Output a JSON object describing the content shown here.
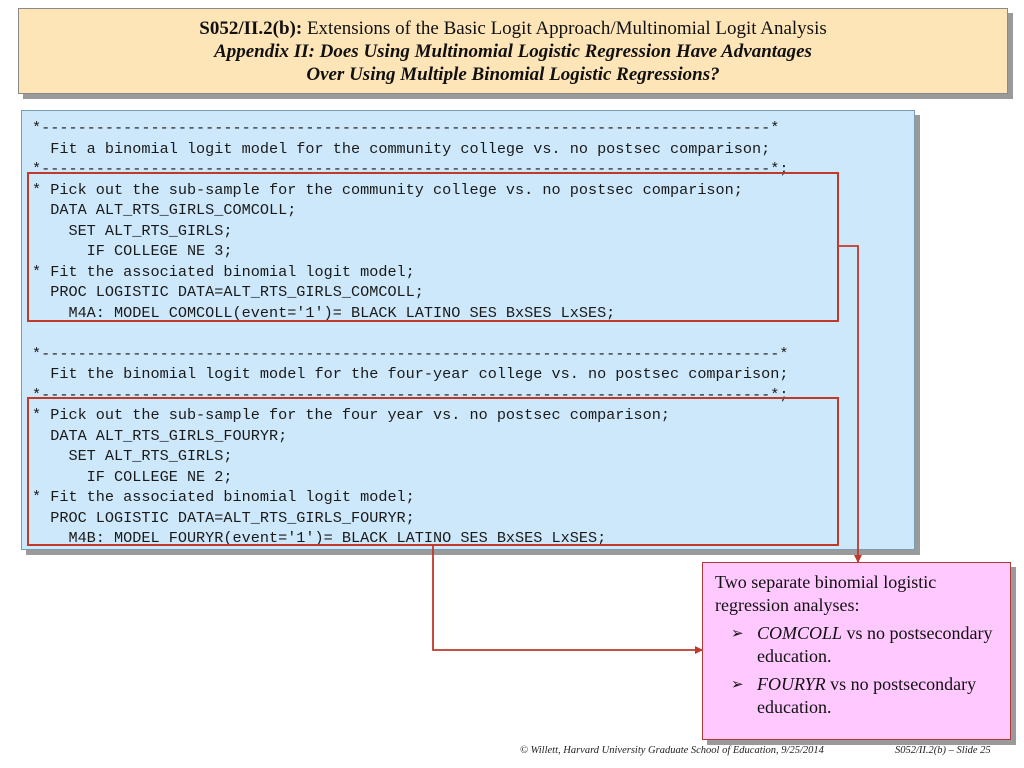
{
  "header": {
    "code": "S052/II.2(b):",
    "title": " Extensions of the Basic Logit Approach/Multinomial Logit Analysis",
    "subtitle1": "Appendix II: Does Using Multinomial Logistic Regression Have Advantages",
    "subtitle2": "Over Using Multiple Binomial Logistic Regressions?"
  },
  "code_lines": [
    "*--------------------------------------------------------------------------------*",
    "  Fit a binomial logit model for the community college vs. no postsec comparison;",
    "*--------------------------------------------------------------------------------*;",
    "* Pick out the sub-sample for the community college vs. no postsec comparison;",
    "  DATA ALT_RTS_GIRLS_COMCOLL;",
    "    SET ALT_RTS_GIRLS;",
    "      IF COLLEGE NE 3;",
    "* Fit the associated binomial logit model;",
    "  PROC LOGISTIC DATA=ALT_RTS_GIRLS_COMCOLL;",
    "    M4A: MODEL COMCOLL(event='1')= BLACK LATINO SES BxSES LxSES;",
    "",
    "*---------------------------------------------------------------------------------*",
    "  Fit the binomial logit model for the four-year college vs. no postsec comparison;",
    "*--------------------------------------------------------------------------------*;",
    "* Pick out the sub-sample for the four year vs. no postsec comparison;",
    "  DATA ALT_RTS_GIRLS_FOURYR;",
    "    SET ALT_RTS_GIRLS;",
    "      IF COLLEGE NE 2;",
    "* Fit the associated binomial logit model;",
    "  PROC LOGISTIC DATA=ALT_RTS_GIRLS_FOURYR;",
    "    M4B: MODEL FOURYR(event='1')= BLACK LATINO SES BxSES LxSES;"
  ],
  "annotation": {
    "intro": "Two separate binomial logistic regression analyses:",
    "bullet_glyph": "➢",
    "items": [
      {
        "term": "COMCOLL",
        "rest": " vs no postsecondary education."
      },
      {
        "term": "FOURYR",
        "rest": " vs no postsecondary education."
      }
    ]
  },
  "footer": {
    "credit": "© Willett, Harvard University Graduate School of Education, 9/25/2014",
    "slide": "S052/II.2(b) – Slide 25"
  },
  "colors": {
    "header_bg": "#fde5b8",
    "code_bg": "#cde8fb",
    "annotation_bg": "#ffc8ff",
    "highlight": "#c0392b"
  }
}
